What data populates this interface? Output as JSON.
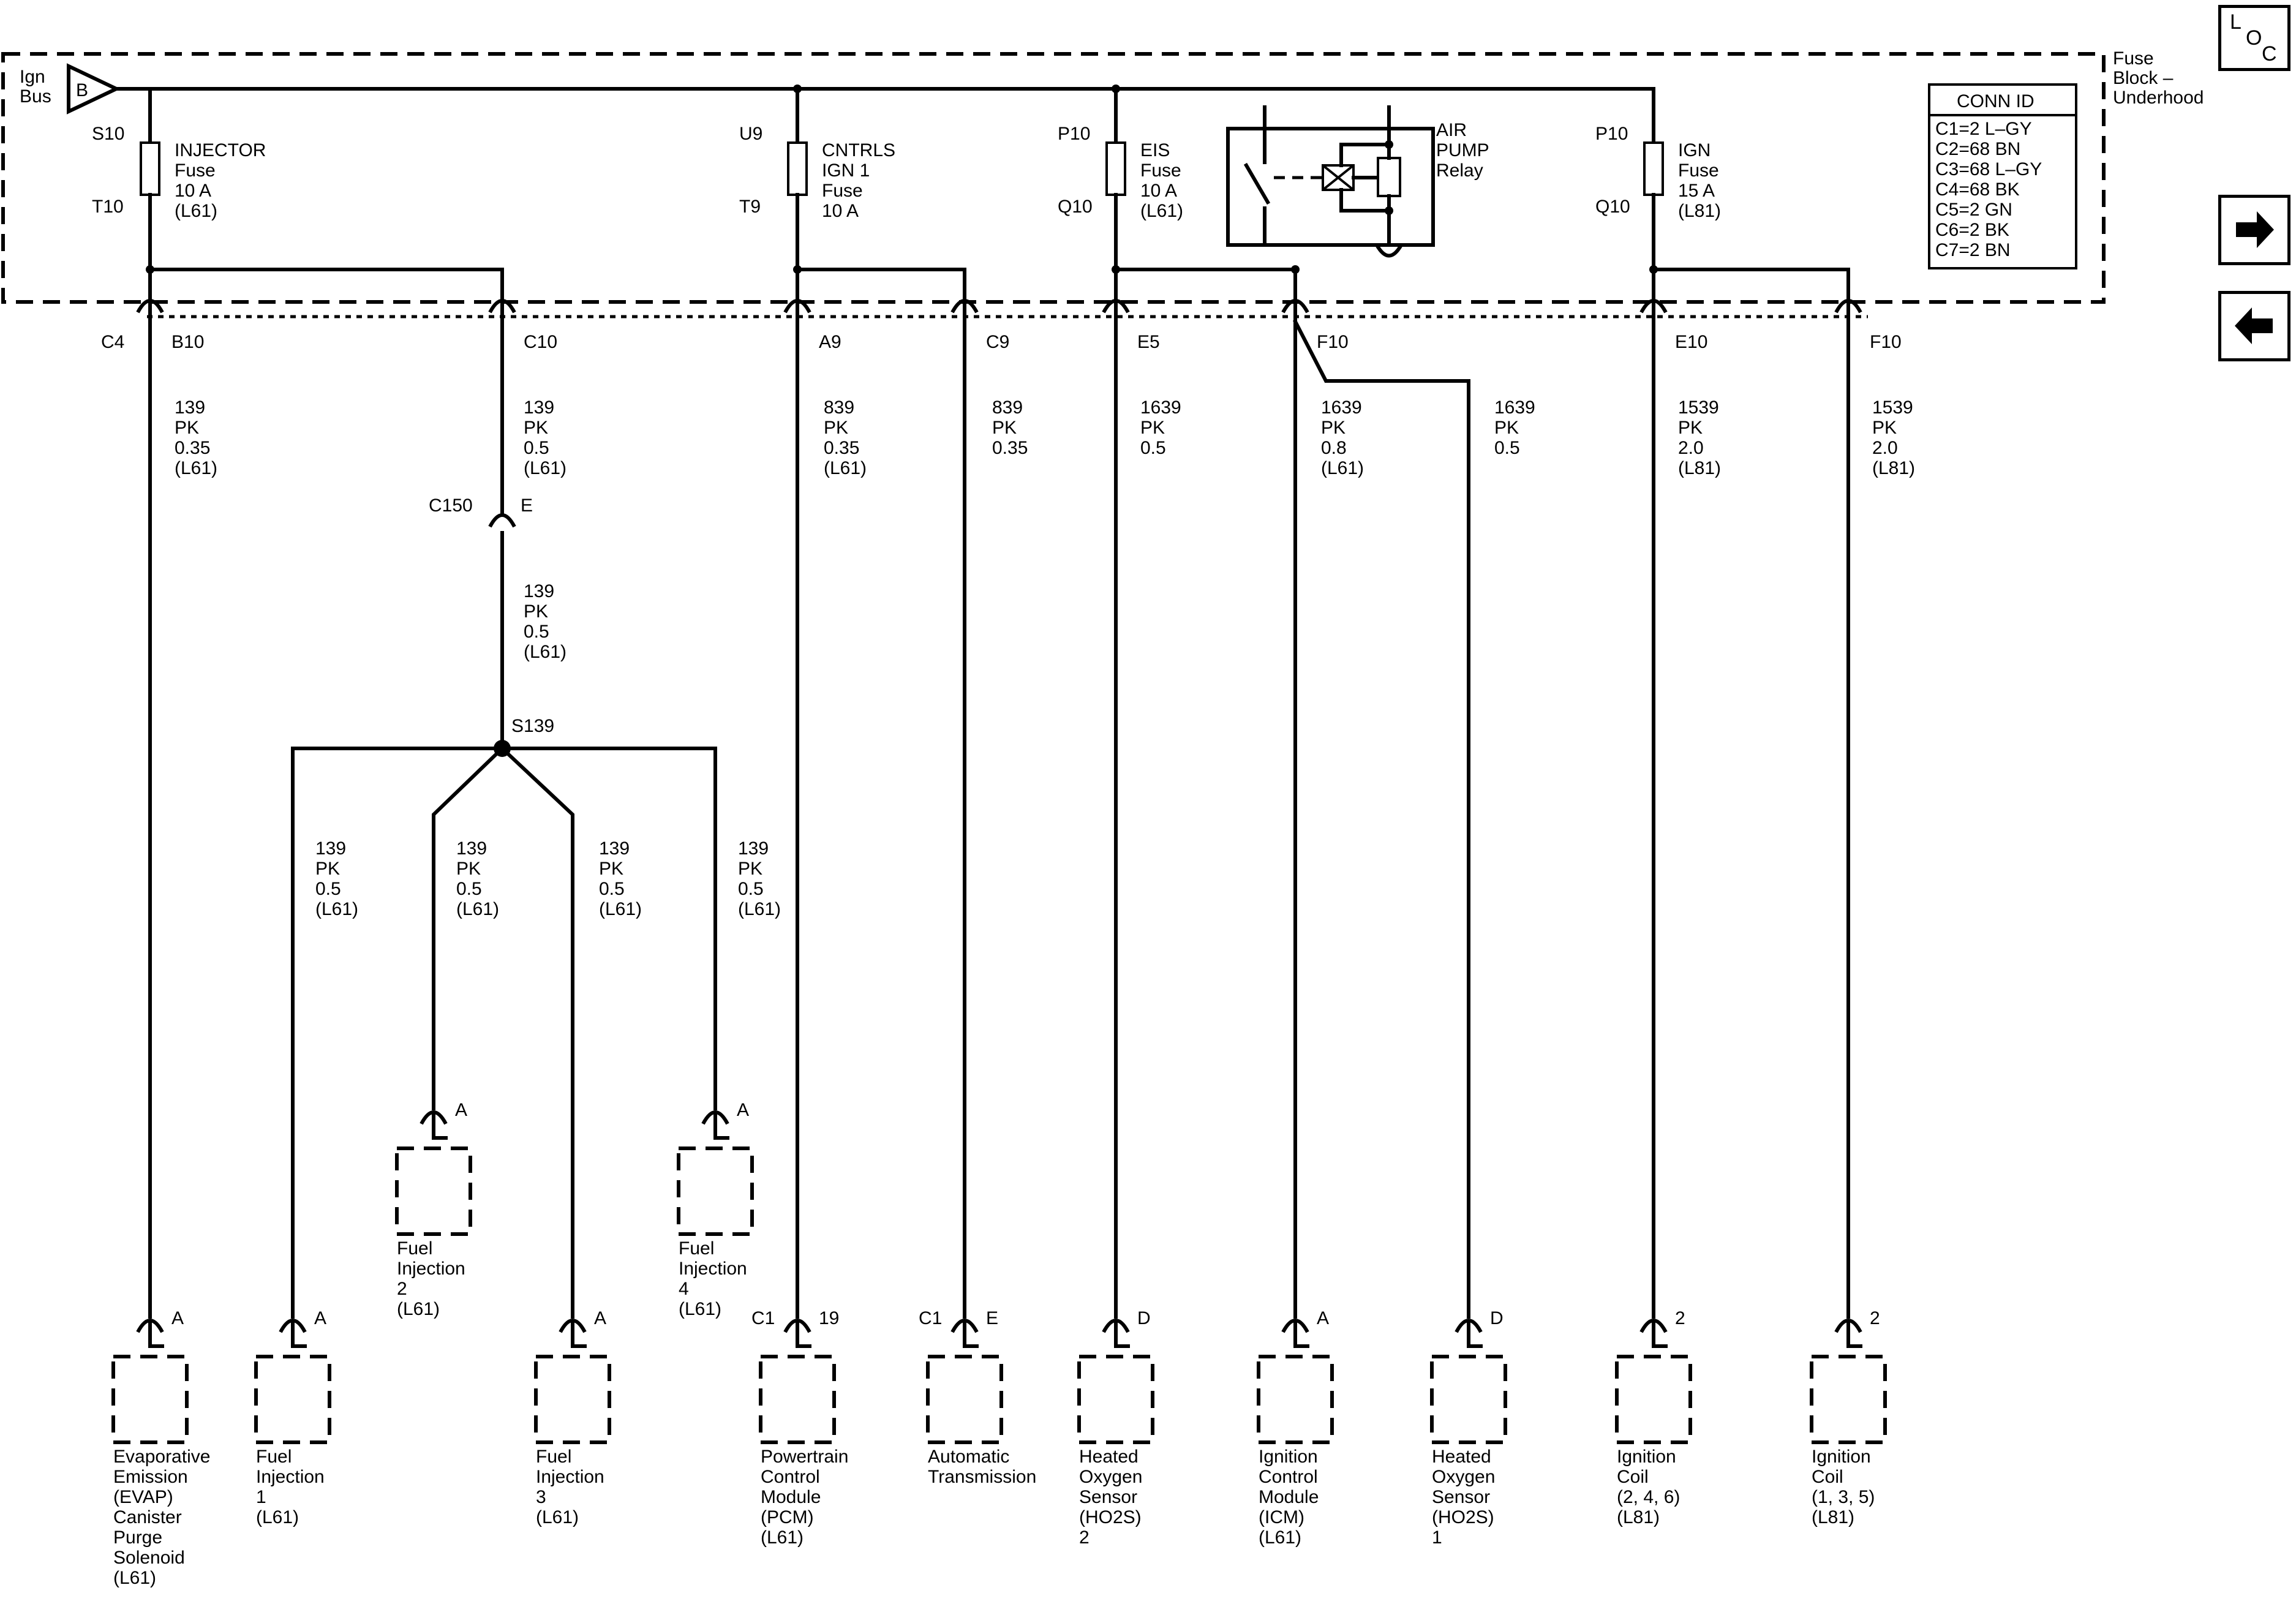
{
  "fuse_block": {
    "ign_bus_label": [
      "Ign",
      "Bus"
    ],
    "bus_letter": "B",
    "name": [
      "Fuse",
      "Block –",
      "Underhood"
    ]
  },
  "loc_button": {
    "l": "L",
    "o": "O",
    "c": "C"
  },
  "conn_id": {
    "title": "CONN ID",
    "rows": [
      "C1=2 L–GY",
      "C2=68 BN",
      "C3=68 L–GY",
      "C4=68 BK",
      "C5=2 GN",
      "C6=2 BK",
      "C7=2 BN"
    ]
  },
  "fuses": [
    {
      "top": "S10",
      "bottom": "T10",
      "label": [
        "INJECTOR",
        "Fuse",
        "10 A",
        "(L61)"
      ]
    },
    {
      "top": "U9",
      "bottom": "T9",
      "label": [
        "CNTRLS",
        "IGN 1",
        "Fuse",
        "10 A"
      ]
    },
    {
      "top": "P10",
      "bottom": "Q10",
      "label": [
        "EIS",
        "Fuse",
        "10 A",
        "(L61)"
      ]
    },
    {
      "top": "P10",
      "bottom": "Q10",
      "label": [
        "IGN",
        "Fuse",
        "15 A",
        "(L81)"
      ]
    }
  ],
  "relay": {
    "label": [
      "AIR",
      "PUMP",
      "Relay"
    ]
  },
  "block_connectors": [
    {
      "pin": "B10",
      "conn": "C4"
    },
    {
      "pin": "C10"
    },
    {
      "pin": "A9"
    },
    {
      "pin": "C9"
    },
    {
      "pin": "E5"
    },
    {
      "pin": "F10"
    },
    {
      "pin": "E10"
    },
    {
      "pin": "F10"
    }
  ],
  "wires": [
    [
      "139",
      "PK",
      "0.35",
      "(L61)"
    ],
    [
      "139",
      "PK",
      "0.5",
      "(L61)"
    ],
    [
      "839",
      "PK",
      "0.35",
      "(L61)"
    ],
    [
      "839",
      "PK",
      "0.35"
    ],
    [
      "1639",
      "PK",
      "0.5"
    ],
    [
      "1639",
      "PK",
      "0.8",
      "(L61)"
    ],
    [
      "1639",
      "PK",
      "0.5"
    ],
    [
      "1539",
      "PK",
      "2.0",
      "(L81)"
    ],
    [
      "1539",
      "PK",
      "2.0",
      "(L81)"
    ]
  ],
  "inline_connector": {
    "name": "C150",
    "pin": "E"
  },
  "wire_after_c150": [
    "139",
    "PK",
    "0.5",
    "(L61)"
  ],
  "splice": {
    "name": "S139"
  },
  "splice_wires": [
    [
      "139",
      "PK",
      "0.5",
      "(L61)"
    ],
    [
      "139",
      "PK",
      "0.5",
      "(L61)"
    ],
    [
      "139",
      "PK",
      "0.5",
      "(L61)"
    ],
    [
      "139",
      "PK",
      "0.5",
      "(L61)"
    ]
  ],
  "components": [
    {
      "pin": "A",
      "label": [
        "Evaporative",
        "Emission",
        "(EVAP)",
        "Canister",
        "Purge",
        "Solenoid",
        "(L61)"
      ]
    },
    {
      "pin": "A",
      "label": [
        "Fuel",
        "Injection",
        "1",
        "(L61)"
      ]
    },
    {
      "pin": "A",
      "label": [
        "Fuel",
        "Injection",
        "2",
        "(L61)"
      ]
    },
    {
      "pin": "A",
      "label": [
        "Fuel",
        "Injection",
        "3",
        "(L61)"
      ]
    },
    {
      "pin": "A",
      "label": [
        "Fuel",
        "Injection",
        "4",
        "(L61)"
      ]
    },
    {
      "pin": "19",
      "conn": "C1",
      "label": [
        "Powertrain",
        "Control",
        "Module",
        "(PCM)",
        "(L61)"
      ]
    },
    {
      "pin": "E",
      "conn": "C1",
      "label": [
        "Automatic",
        "Transmission"
      ]
    },
    {
      "pin": "D",
      "label": [
        "Heated",
        "Oxygen",
        "Sensor",
        "(HO2S)",
        "2"
      ]
    },
    {
      "pin": "A",
      "label": [
        "Ignition",
        "Control",
        "Module",
        "(ICM)",
        "(L61)"
      ]
    },
    {
      "pin": "D",
      "label": [
        "Heated",
        "Oxygen",
        "Sensor",
        "(HO2S)",
        "1"
      ]
    },
    {
      "pin": "2",
      "label": [
        "Ignition",
        "Coil",
        "(2, 4, 6)",
        "(L81)"
      ]
    },
    {
      "pin": "2",
      "label": [
        "Ignition",
        "Coil",
        "(1, 3, 5)",
        "(L81)"
      ]
    }
  ],
  "nav": {
    "next_icon": "right-arrow-icon",
    "prev_icon": "left-arrow-icon",
    "loc_icon": "location-icon"
  }
}
